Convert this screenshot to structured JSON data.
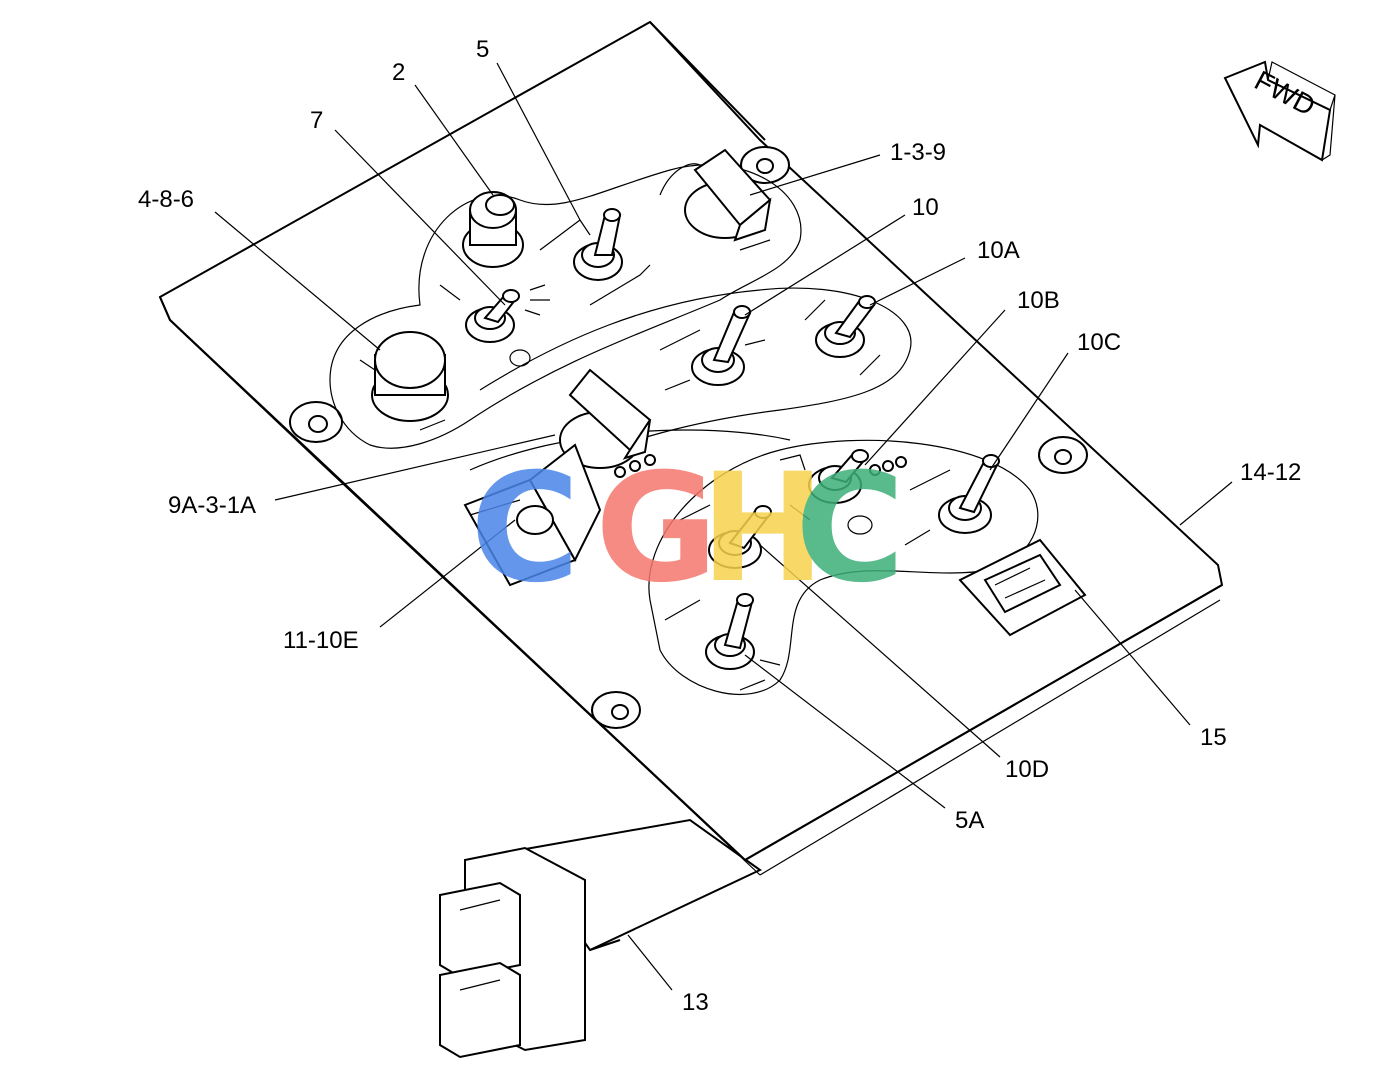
{
  "callouts": [
    {
      "id": "2",
      "label": "2"
    },
    {
      "id": "5",
      "label": "5"
    },
    {
      "id": "7",
      "label": "7"
    },
    {
      "id": "1-3-9",
      "label": "1-3-9"
    },
    {
      "id": "10",
      "label": "10"
    },
    {
      "id": "4-8-6",
      "label": "4-8-6"
    },
    {
      "id": "10A",
      "label": "10A"
    },
    {
      "id": "10B",
      "label": "10B"
    },
    {
      "id": "10C",
      "label": "10C"
    },
    {
      "id": "14-12",
      "label": "14-12"
    },
    {
      "id": "9A-3-1A",
      "label": "9A-3-1A"
    },
    {
      "id": "11-10E",
      "label": "11-10E"
    },
    {
      "id": "15",
      "label": "15"
    },
    {
      "id": "10D",
      "label": "10D"
    },
    {
      "id": "5A",
      "label": "5A"
    },
    {
      "id": "13",
      "label": "13"
    }
  ],
  "direction_marker": {
    "label": "FWD"
  },
  "watermark": {
    "letters": [
      "C",
      "G",
      "H",
      "C"
    ],
    "colors": [
      "#4a86e8",
      "#f4776d",
      "#f7d24c",
      "#3dae78"
    ]
  }
}
